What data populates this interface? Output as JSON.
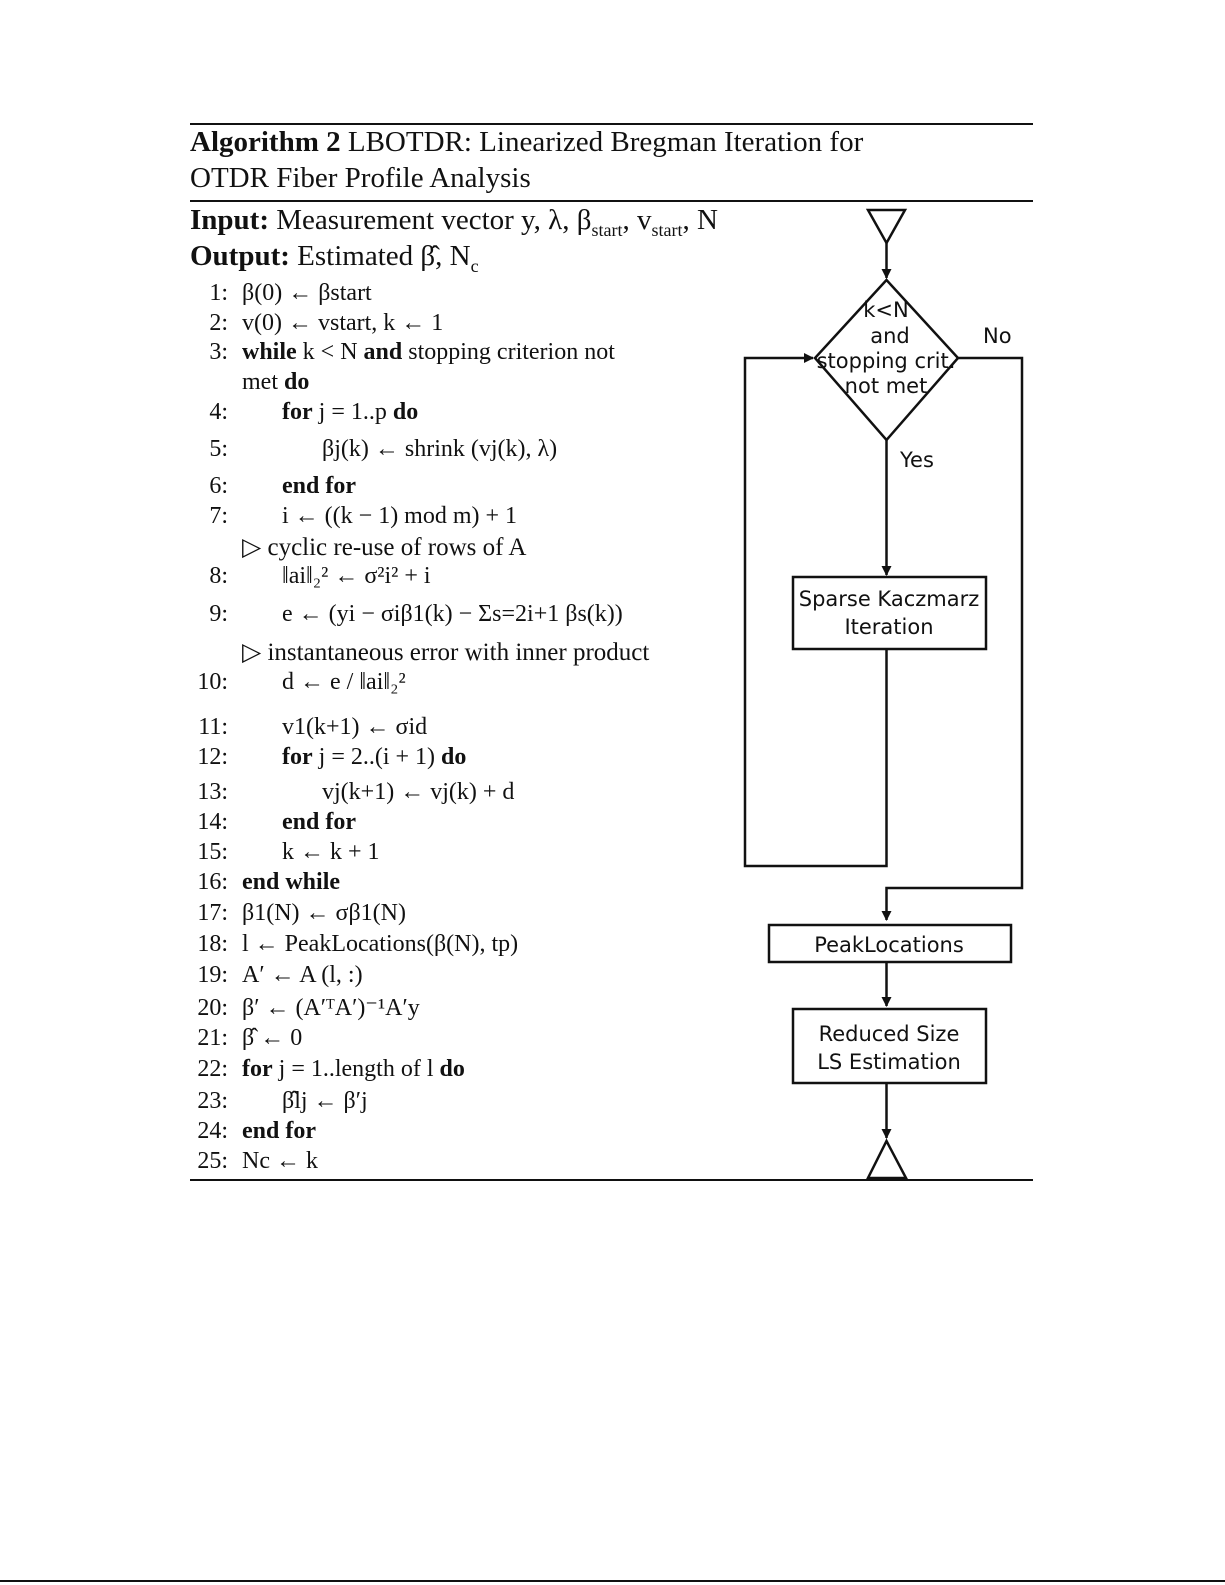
{
  "algorithm": {
    "label": "Algorithm 2",
    "title_line1": "LBOTDR: Linearized Bregman Iteration for",
    "title_line2": "OTDR Fiber Profile Analysis"
  },
  "io": {
    "input_label": "Input:",
    "input_text": "Measurement vector y, λ, β",
    "input_sub": "start",
    "input_text2": ", v",
    "input_sub2": "start",
    "input_text3": ", N",
    "output_label": "Output:",
    "output_text": "Estimated β̂, N",
    "output_sub": "c"
  },
  "lines": [
    {
      "n": "1:",
      "code": "β(0) ← βstart"
    },
    {
      "n": "2:",
      "code": "v(0) ← vstart, k ← 1"
    },
    {
      "n": "3:",
      "code_kw1": "while",
      "code_mid": " k < N ",
      "code_kw2": "and",
      "code_rest": " stopping criterion not",
      "code_cont": "met",
      "code_cont_kw": "do"
    },
    {
      "n": "4:",
      "kw": "for",
      "code": " j = 1..p ",
      "kw2": "do"
    },
    {
      "n": "5:",
      "code": "βj(k) ← shrink (vj(k), λ)"
    },
    {
      "n": "6:",
      "kw": "end for"
    },
    {
      "n": "7:",
      "code": "i ← ((k − 1) mod m) + 1"
    },
    {
      "n": "8:",
      "code": "‖ai‖₂² ← σ²i² + i"
    },
    {
      "n": "9:",
      "code": "e ← (yi − σiβ1(k) − Σs=2i+1 βs(k))"
    },
    {
      "n": "10:",
      "code": "d ← e / ‖ai‖₂²"
    },
    {
      "n": "11:",
      "code": "v1(k+1) ← σid"
    },
    {
      "n": "12:",
      "kw": "for",
      "code": " j = 2..(i + 1) ",
      "kw2": "do"
    },
    {
      "n": "13:",
      "code": "vj(k+1) ← vj(k) + d"
    },
    {
      "n": "14:",
      "kw": "end for"
    },
    {
      "n": "15:",
      "code": "k ← k + 1"
    },
    {
      "n": "16:",
      "kw": "end while"
    },
    {
      "n": "17:",
      "code": "β1(N) ← σβ1(N)"
    },
    {
      "n": "18:",
      "code": "l ← PeakLocations(β(N), tp)"
    },
    {
      "n": "19:",
      "code": "A′ ← A (l, :)"
    },
    {
      "n": "20:",
      "code": "β′ ← (A′ᵀA′)⁻¹A′y"
    },
    {
      "n": "21:",
      "code": "β̂ ← 0"
    },
    {
      "n": "22:",
      "kw": "for",
      "code": " j = 1..length of l ",
      "kw2": "do"
    },
    {
      "n": "23:",
      "code": "β̂lj ← β′j"
    },
    {
      "n": "24:",
      "kw": "end for"
    },
    {
      "n": "25:",
      "code": "Nc ← k"
    }
  ],
  "comments": {
    "c7": "▷ cyclic re-use of rows of A",
    "c9": "▷ instantaneous error with inner product"
  },
  "flowchart": {
    "decision_l1": "k<N",
    "decision_l2": "and",
    "decision_l3": "stopping crit.",
    "decision_l4": "not met",
    "no_label": "No",
    "yes_label": "Yes",
    "kaczmarz_l1": "Sparse Kaczmarz",
    "kaczmarz_l2": "Iteration",
    "peak_label": "PeakLocations",
    "ls_l1": "Reduced Size",
    "ls_l2": "LS Estimation"
  }
}
